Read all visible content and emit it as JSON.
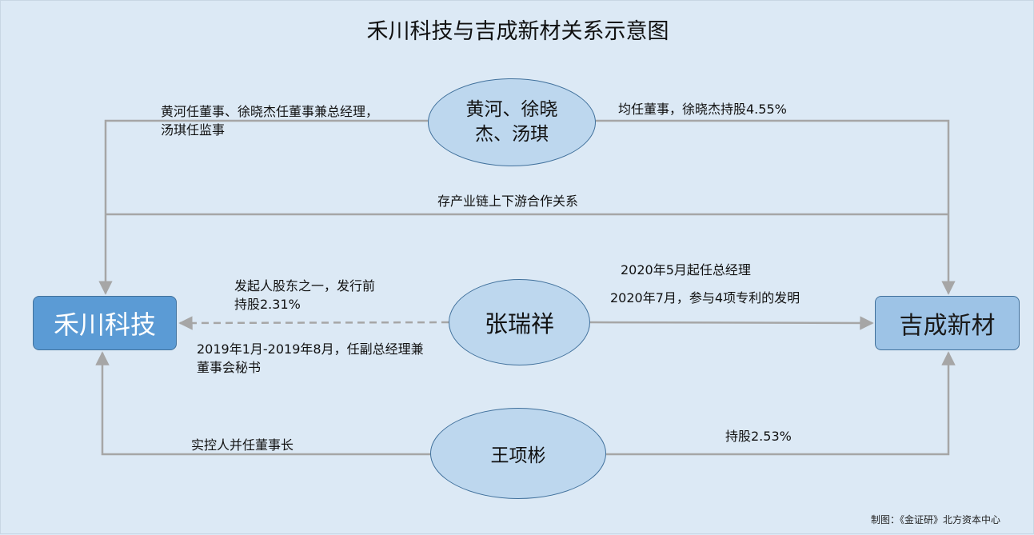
{
  "title": "禾川科技与吉成新材关系示意图",
  "nodes": {
    "hechuan": "禾川科技",
    "jicheng": "吉成新材",
    "people_top_line1": "黄河、徐晓",
    "people_top_line2": "杰、汤琪",
    "zhang": "张瑞祥",
    "wang": "王项彬"
  },
  "labels": {
    "top_left_line1": "黄河任董事、徐晓杰任董事兼总经理，",
    "top_left_line2": "汤琪任监事",
    "top_right": "均任董事，徐晓杰持股4.55%",
    "industry_chain": "存产业链上下游合作关系",
    "zhang_left_top_line1": "发起人股东之一，发行前",
    "zhang_left_top_line2": "持股2.31%",
    "zhang_left_bottom_line1": "2019年1月-2019年8月，任副总经理兼",
    "zhang_left_bottom_line2": "董事会秘书",
    "zhang_right_line1": "2020年5月起任总经理",
    "zhang_right_line2": "2020年7月，参与4项专利的发明",
    "wang_left": "实控人并任董事长",
    "wang_right": "持股2.53%"
  },
  "credit": "制图：《金证研》北方资本中心",
  "colors": {
    "background": "#dce9f5",
    "hechuan_fill": "#5b9bd5",
    "jicheng_fill": "#9dc3e6",
    "ellipse_fill": "#bdd7ee",
    "border": "#41719c",
    "connector": "#a6a6a6"
  }
}
